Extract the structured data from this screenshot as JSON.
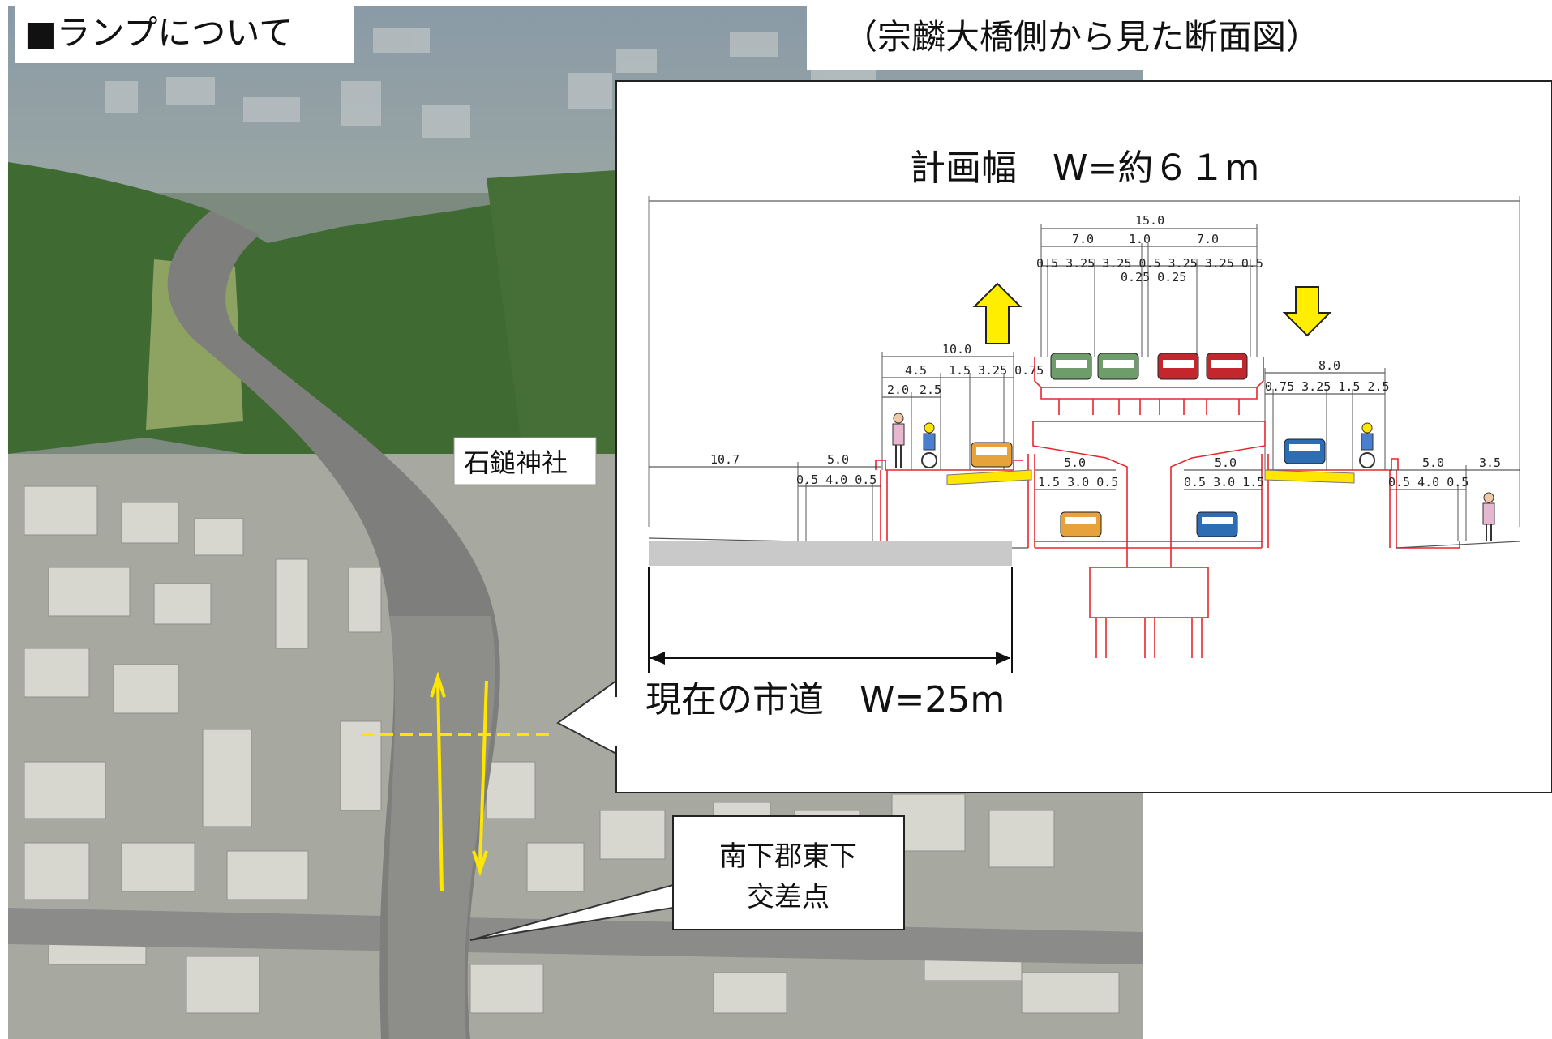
{
  "page_title": "■ランプについて",
  "section_title": "（宗麟大橋側から見た断面図）",
  "photo": {
    "label_shrine": "石鎚神社",
    "label_intersection_line1": "南下郡東下",
    "label_intersection_line2": "交差点"
  },
  "cross_section": {
    "planned_width": "計画幅　W=約６１m",
    "current_road": "現在の市道　W=25m",
    "dims": {
      "top_total": "15.0",
      "top_left": "7.0",
      "top_mid": "1.0",
      "top_right": "7.0",
      "lanes_row": "0.5 3.25  3.25 0.5 3.25  3.25 0.5",
      "lanes_sub": "0.25 0.25",
      "left_deck_total": "10.0",
      "left_a": "4.5",
      "left_b": "1.5",
      "left_c": "3.25 0.75",
      "left_d": "2.0",
      "left_e": "2.5",
      "right_deck_total": "8.0",
      "right_row": "0.75 3.25  1.5  2.5",
      "ground_left": "10.7",
      "ground_walk_left": "5.0",
      "ground_walk_left_sub": "0.5  4.0  0.5",
      "under_left": "5.0",
      "under_left_sub": "1.5  3.0 0.5",
      "under_right": "5.0",
      "under_right_sub": "0.5 3.0  1.5",
      "ground_walk_right": "5.0",
      "ground_walk_right_sub": "0.5  4.0  0.5",
      "ground_right": "3.5"
    }
  },
  "colors": {
    "structure": "#e8262e",
    "arrow_fill": "#ffee00",
    "arrow_stroke": "#222222",
    "guide_yellow": "#ffe600",
    "car_green": "#6e9c6a",
    "car_red": "#c4262e",
    "car_orange": "#e8a23c",
    "car_blue": "#2d6db4"
  },
  "icons": [
    "up-arrow-icon",
    "down-arrow-icon",
    "car-icon",
    "pedestrian-icon",
    "cyclist-icon"
  ]
}
